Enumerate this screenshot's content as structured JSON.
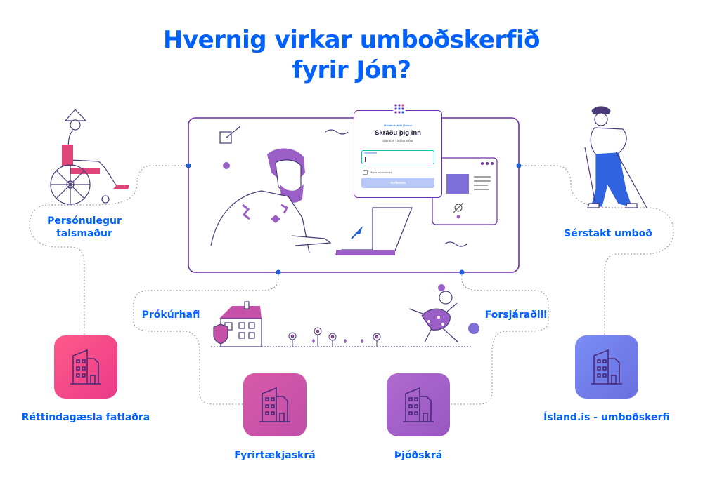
{
  "title_line1": "Hvernig virkar umboðskerfið",
  "title_line2": "fyrir Jón?",
  "roles": {
    "personal_spokesperson": [
      "Persónulegur",
      "talsmaður"
    ],
    "special_mandate": "Sérstakt umboð",
    "procurator": "Prókúrhafi",
    "guardian": "Forsjáraðili"
  },
  "registries": {
    "disability_rights": "Réttindagæsla fatlaðra",
    "company_registry": "Fyrirtækjaskrá",
    "national_registry": "Þjóðskrá",
    "island_mandates": "Ísland.is - umboðskerfi"
  },
  "login": {
    "breadcrumb": "Rafræn skilríki | Ísland",
    "heading": "Skráðu þig inn",
    "subheading": "Ísland.is - Mínar síður",
    "input_label": "Símanúmer",
    "remember": "Muna símanúmer",
    "button": "Auðkenna"
  },
  "colors": {
    "accent": "#0061ff",
    "line": "#6a2ea8",
    "tile_pink": "#f43f8a",
    "tile_magenta": "#c64fa8",
    "tile_purple": "#9b5fc8",
    "tile_blue": "#6b7ff0"
  },
  "icons": [
    "building-icon",
    "wheelchair-person-icon",
    "hiker-person-icon",
    "man-at-laptop-icon",
    "house-icon",
    "running-child-icon",
    "flower-icon"
  ]
}
